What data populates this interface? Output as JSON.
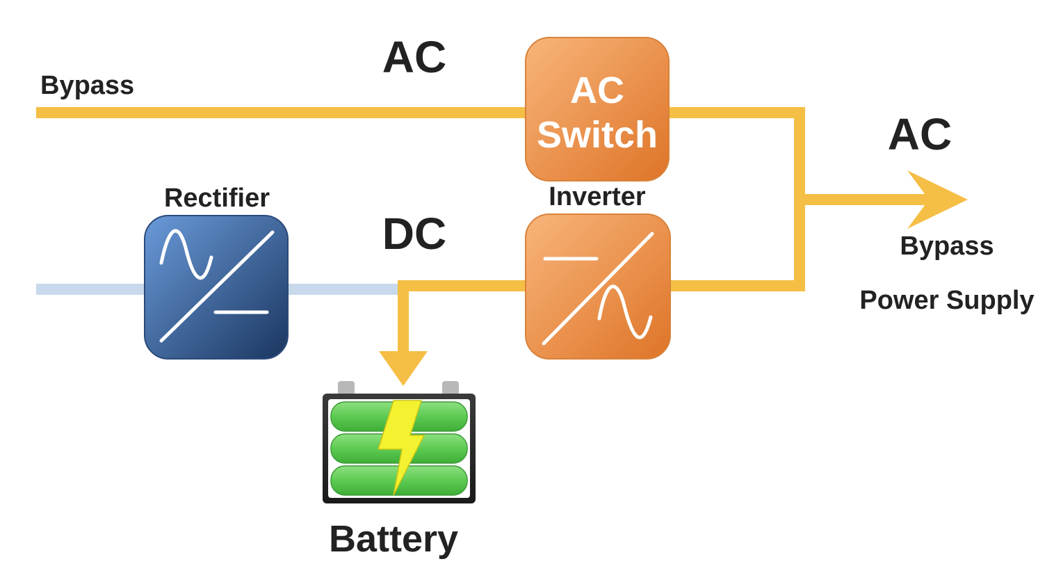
{
  "labels": {
    "bypass_in": "Bypass",
    "ac_top": "AC",
    "ac_output": "AC",
    "dc": "DC",
    "rectifier": "Rectifier",
    "inverter": "Inverter",
    "ac_switch_line1": "AC",
    "ac_switch_line2": "Switch",
    "bypass_out": "Bypass",
    "power_supply": "Power Supply",
    "battery": "Battery"
  },
  "colors": {
    "ac_line": "#F5BE45",
    "dc_line": "#C9D9EC",
    "orange_light": "#F6A967",
    "orange_dark": "#E07B2E",
    "blue_light": "#5F8FD0",
    "blue_dark": "#1F3D6B",
    "battery_cell": "#66D15A",
    "bolt": "#F2F230"
  },
  "icons": {
    "rectifier": "ac-to-dc-icon",
    "inverter": "dc-to-ac-icon",
    "battery": "battery-charging-icon"
  }
}
